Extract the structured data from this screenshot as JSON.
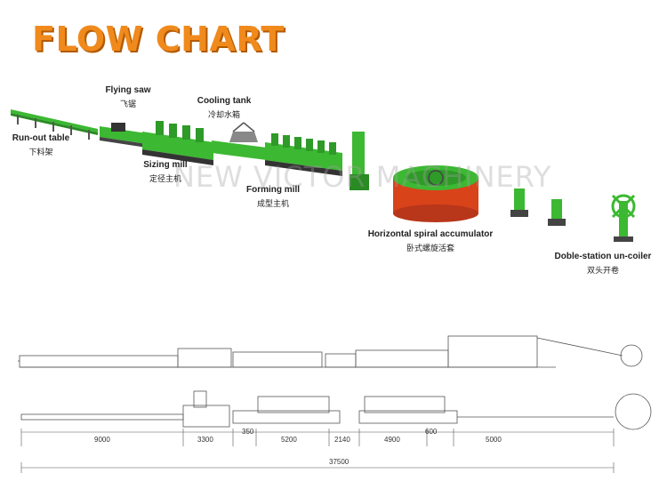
{
  "title": "FLOW CHART",
  "watermark": "NEW VICTOR MACHINERY",
  "labels": {
    "runout": {
      "en": "Run-out table",
      "cn": "下料架"
    },
    "flyingsaw": {
      "en": "Flying saw",
      "cn": "飞锯"
    },
    "cooling": {
      "en": "Cooling tank",
      "cn": "冷却水箱"
    },
    "sizing": {
      "en": "Sizing mill",
      "cn": "定径主机"
    },
    "forming": {
      "en": "Forming mill",
      "cn": "成型主机"
    },
    "accumulator": {
      "en": "Horizontal spiral accumulator",
      "cn": "卧式螺旋活套"
    },
    "uncoiler": {
      "en": "Doble-station un-coiler",
      "cn": "双头开卷"
    }
  },
  "dimensions": {
    "d1": "9000",
    "d2": "3300",
    "d3": "350",
    "d4": "5200",
    "d5": "2140",
    "d6": "4900",
    "d7": "600",
    "d8": "5000",
    "total": "37500"
  },
  "colors": {
    "accent": "#f08a1c",
    "machine_green": "#3cb832",
    "accumulator_red": "#d8431a",
    "drawing_line": "#555555"
  }
}
